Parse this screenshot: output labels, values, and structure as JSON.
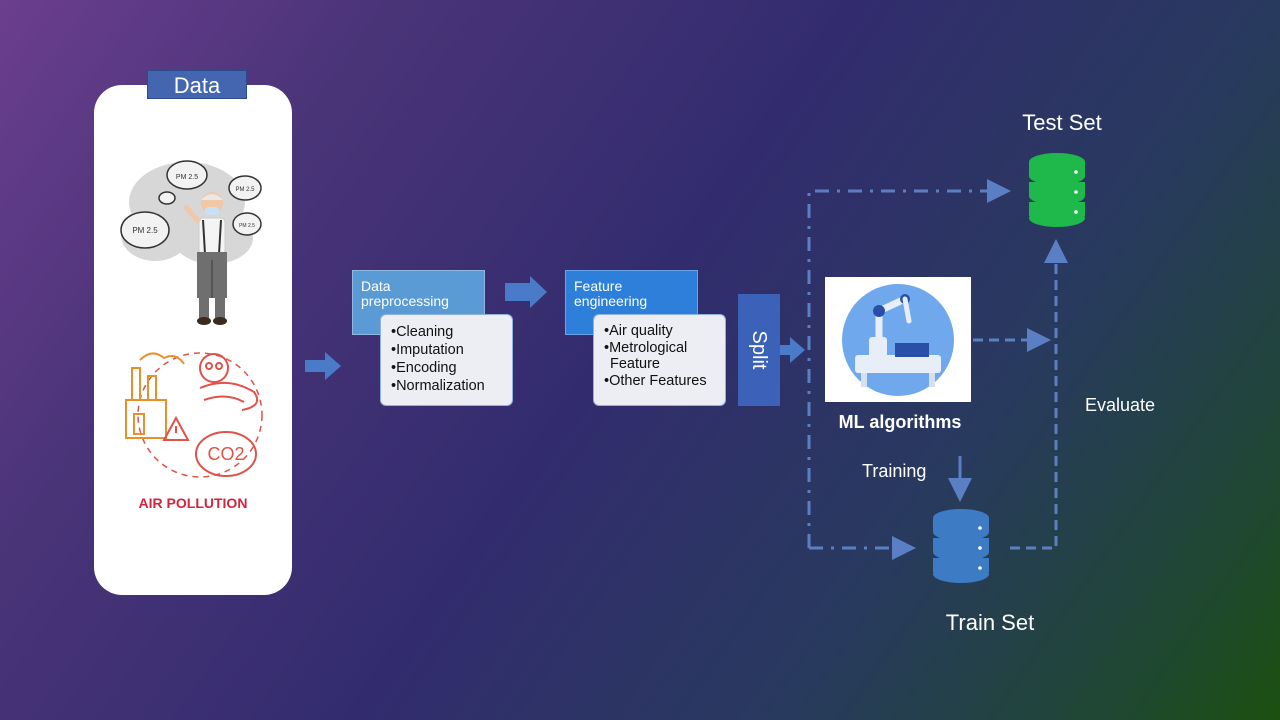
{
  "data_panel": {
    "label": "Data",
    "pm_label": "PM 2.5",
    "air_pollution_title": "AIR POLLUTION",
    "co2_label": "CO2"
  },
  "preprocessing": {
    "title_line1": "Data",
    "title_line2": "preprocessing",
    "items": [
      "Cleaning",
      "Imputation",
      "Encoding",
      "Normalization"
    ]
  },
  "feature_engineering": {
    "title_line1": "Feature",
    "title_line2": "engineering",
    "items": [
      {
        "line1": "Air quality",
        "line2": ""
      },
      {
        "line1": "Metrological",
        "line2": "Feature"
      },
      {
        "line1": "Other Features",
        "line2": ""
      }
    ]
  },
  "split": {
    "label": "Split"
  },
  "ml": {
    "label": "ML algorithms"
  },
  "training_label": "Training",
  "evaluate_label": "Evaluate",
  "test_set": {
    "label": "Test Set",
    "color": "#1fb84a"
  },
  "train_set": {
    "label": "Train Set",
    "color": "#3d7bc4"
  },
  "colors": {
    "arrow": "#4a7bc8",
    "dash": "#5a7fc4"
  }
}
